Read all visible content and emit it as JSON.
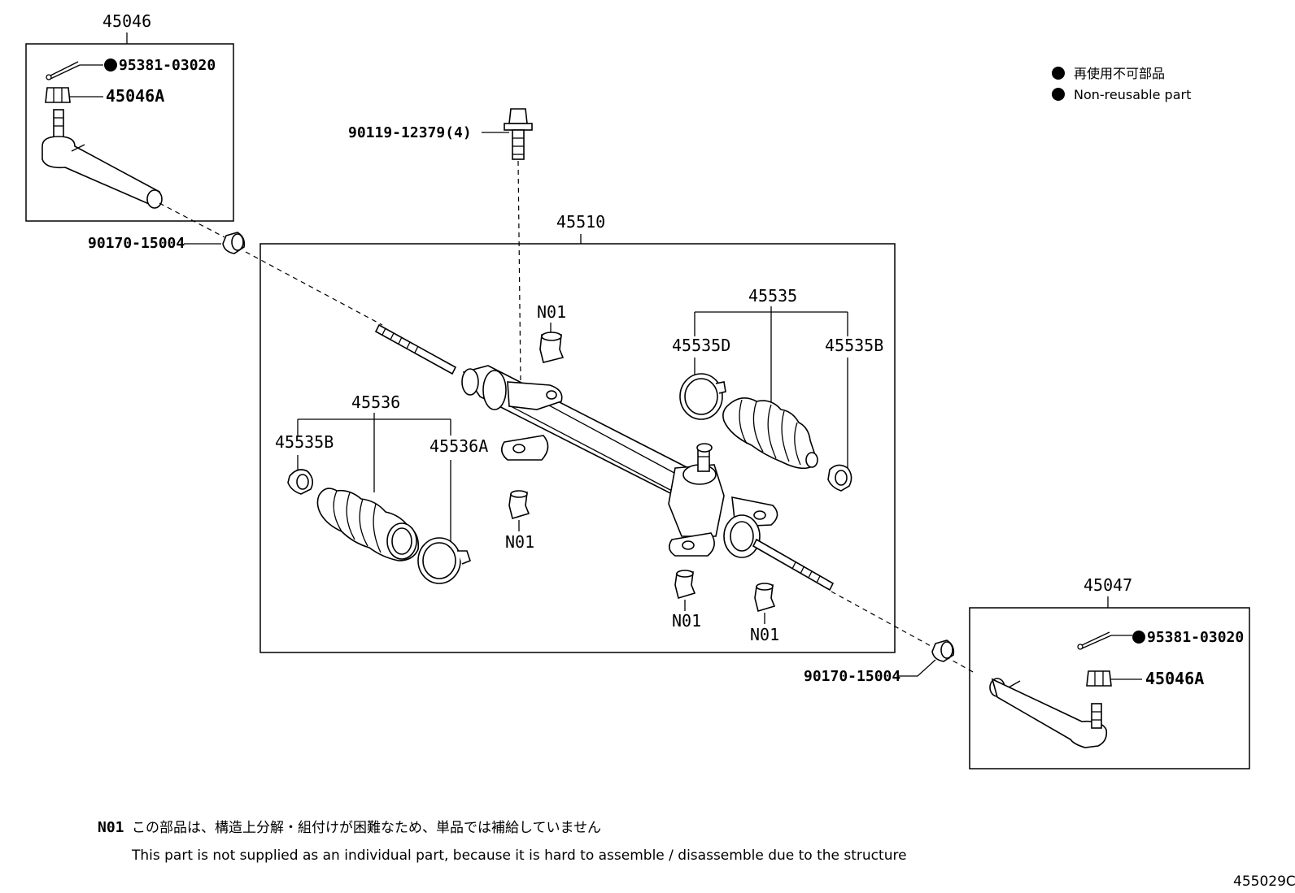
{
  "legend": {
    "line1": "再使用不可部品",
    "line2": "Non-reusable part"
  },
  "labels": {
    "p45046": "45046",
    "p95381_top": "95381-03020",
    "p45046A_top": "45046A",
    "p90119": "90119-12379(4)",
    "p90170_left": "90170-15004",
    "p45510": "45510",
    "p45535": "45535",
    "p45535D": "45535D",
    "p45535B_right": "45535B",
    "p45536": "45536",
    "p45535B_left": "45535B",
    "p45536A": "45536A",
    "n01_a": "N01",
    "n01_b": "N01",
    "n01_c": "N01",
    "n01_d": "N01",
    "p45047": "45047",
    "p95381_bottom": "95381-03020",
    "p45046A_bottom": "45046A",
    "p90170_right": "90170-15004"
  },
  "footnote": {
    "code": "N01",
    "jp": "この部品は、構造上分解・組付けが困難なため、単品では補給していません",
    "en": "This part is not supplied as an individual part, because it is hard to assemble / disassemble due to the structure"
  },
  "figure_id": "455029C"
}
